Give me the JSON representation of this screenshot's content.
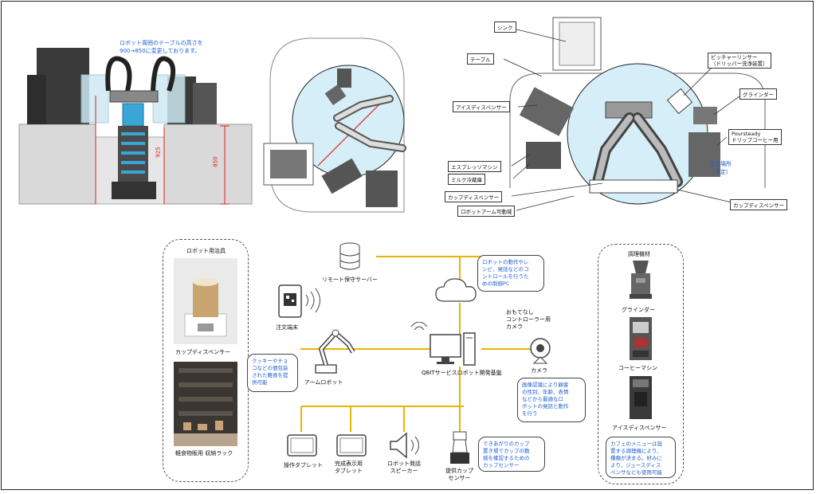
{
  "top_left": {
    "note": "ロボット周囲のテーブルの高さを\n900→850に変更しております。",
    "dim_925": "925",
    "dim_850": "850"
  },
  "top_right": {
    "labels": {
      "sink": "シンク",
      "table": "テーブル",
      "ice_dispenser": "アイスディスペンサー",
      "espresso": "エスプレッソマシン",
      "milk_fridge": "ミルク冷蔵庫",
      "cup_dispenser_left": "カップディスペンサー",
      "robot_arm_range": "ロボットアーム可動域",
      "pitcher_rinser": "ピッチャーリンサー\n（ドリッパー洗浄装置）",
      "grinder": "グラインダー",
      "pourasteady": "Poursteady\nドリップコーヒー用",
      "order_place": "注文場所\n（予定）",
      "cup_dispenser_right": "カップディスペンサー"
    }
  },
  "bottom": {
    "left_panel": {
      "title": "ロボット用治具",
      "photo1_caption": "カップディスペンサー",
      "photo2_caption": "軽食物販用 収納ラック",
      "callout": "クッキーやチョ\nコなどの個包装\nされた軽食を提\n供可能"
    },
    "center": {
      "remote_server": "リモート保守サーバー",
      "order_terminal": "注文端末",
      "arm_robot": "アームロボット",
      "pc_label": "QBITサービスロボット開発基盤",
      "camera": "カメラ",
      "camera_header": "おもてなし\nコントローラー用\nカメラ",
      "pc_callout": "ロボットの動作やレ\nシピ、発話などのコ\nントロールを行うた\nめの制御PC",
      "camera_callout": "画像認識により顧客\nの性別、年齢、表情\nなどから最適なロ\nボットの発話と動作\nを行う",
      "op_tablet": "操作タブレット",
      "display_tablet": "完成表示用\nタブレット",
      "speaker": "ロボット発話\nスピーカー",
      "cup_sensor": "提供カップ\nセンサー",
      "cup_callout": "できあがりのカップ\n置き場でカップの動\n揺を確認するための\nカップセンサー"
    },
    "right_panel": {
      "title": "調理機材",
      "grinder": "グラインダー",
      "coffee_machine": "コーヒーマシン",
      "ice_dispenser": "アイスディスペンサー",
      "callout": "カフェのメニューは設\n置する調理機により、\n種類が決まる。好みに\nより、ジュースディス\nペンサなども使用可能"
    }
  },
  "colors": {
    "line_yellow": "#e8b400",
    "blue_note": "#1f5fd0",
    "circle_fill": "#d6eef7"
  }
}
